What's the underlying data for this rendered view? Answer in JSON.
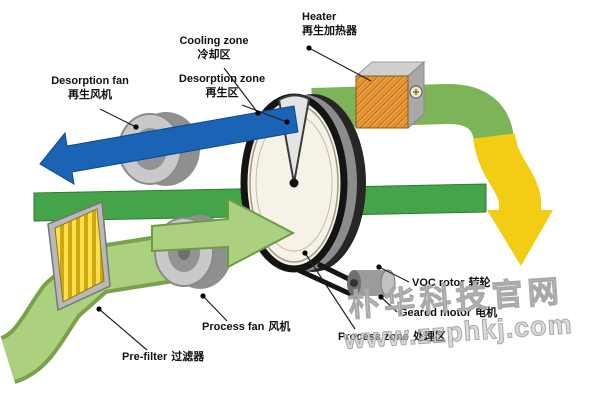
{
  "labels": {
    "desorption_fan": {
      "en": "Desorption fan",
      "zh": "再生风机"
    },
    "cooling_zone": {
      "en": "Cooling zone",
      "zh": "冷却区"
    },
    "desorption_zone": {
      "en": "Desorption zone",
      "zh": "再生区"
    },
    "heater": {
      "en": "Heater",
      "zh": "再生加热器"
    },
    "voc_rotor": {
      "en": "VOC rotor",
      "zh": "转轮"
    },
    "geared_motor": {
      "en": "Geared motor",
      "zh": "电机"
    },
    "process_zone": {
      "en": "Process zone",
      "zh": "处理区"
    },
    "process_fan": {
      "en": "Process fan",
      "zh": "风机"
    },
    "pre_filter": {
      "en": "Pre-filter",
      "zh": "过滤器"
    }
  },
  "watermark": {
    "line1": "朴华科技官网",
    "line2": "www.zzphkj.com"
  },
  "colors": {
    "process_air_green": "#44a449",
    "regeneration_green": "#7db45a",
    "intake_green": "#abd07f",
    "intake_green_edge": "#6f9a45",
    "cooling_blue": "#1a63b5",
    "exhaust_yellow": "#f2cd13",
    "heater_orange": "#ef9f3f",
    "filter_yellow": "#ffd83d"
  }
}
